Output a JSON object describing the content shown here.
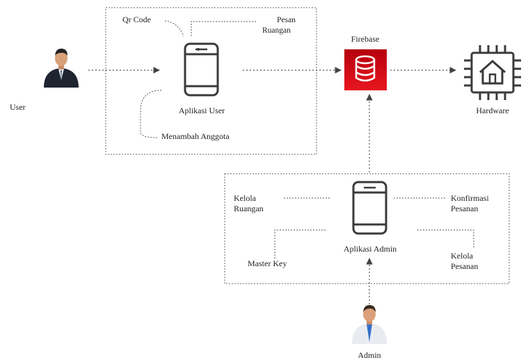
{
  "actors": {
    "user_label": "User",
    "admin_label": "Admin"
  },
  "user_app": {
    "label": "Aplikasi User",
    "features": {
      "qr_code": "Qr Code",
      "pesan_ruangan_1": "Pesan",
      "pesan_ruangan_2": "Ruangan",
      "menambah_anggota": "Menambah Anggota"
    }
  },
  "firebase": {
    "label": "Firebase",
    "color": "#d8101a"
  },
  "hardware": {
    "label": "Hardware"
  },
  "admin_app": {
    "label": "Aplikasi Admin",
    "features": {
      "kelola_ruangan_1": "Kelola",
      "kelola_ruangan_2": "Ruangan",
      "konfirmasi_pesanan_1": "Konfirmasi",
      "konfirmasi_pesanan_2": "Pesanan",
      "master_key": "Master Key",
      "kelola_pesanan_1": "Kelola",
      "kelola_pesanan_2": "Pesanan"
    }
  },
  "colors": {
    "icon_stroke": "#3a3a3a",
    "line": "#555555",
    "suit": "#1e2530",
    "skin": "#d9a07a"
  }
}
